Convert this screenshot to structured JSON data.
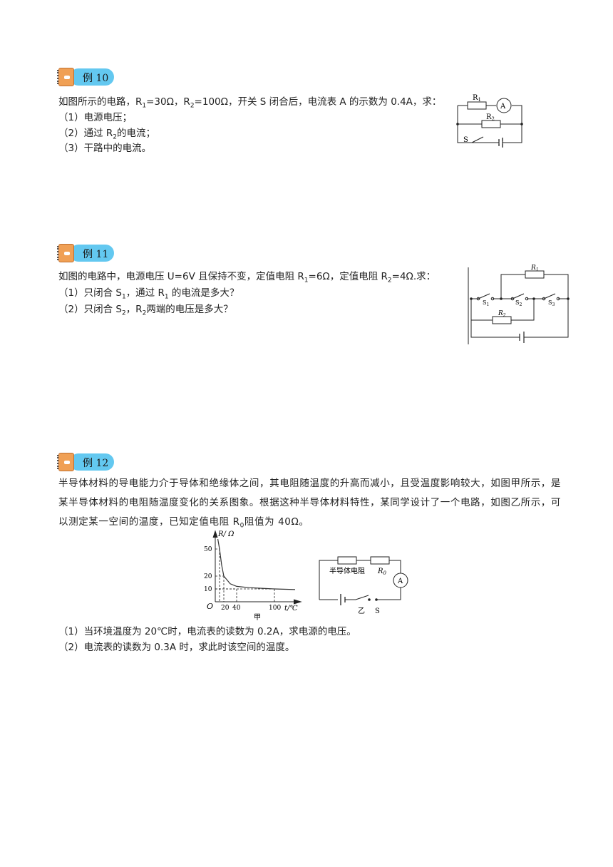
{
  "ex10": {
    "badge": "例 10",
    "intro_a": "如图所示的电路，R",
    "intro_s1": "1",
    "intro_b": "=30Ω，R",
    "intro_s2": "2",
    "intro_c": "=100Ω，开关 S 闭合后，电流表 A 的示数为 0.4A，求：",
    "q1": "（1）电源电压；",
    "q2_a": "（2）通过 R",
    "q2_s": "2",
    "q2_b": "的电流；",
    "q3": "（3）干路中的电流。",
    "fig": {
      "r1": "R",
      "r1s": "1",
      "r2": "R",
      "r2s": "2",
      "ammeter": "A",
      "switch": "S"
    }
  },
  "ex11": {
    "badge": "例 11",
    "intro_a": "如图的电路中，电源电压 U=6V 且保持不变，定值电阻 R",
    "intro_s1": "1",
    "intro_b": "=6Ω，定值电阻 R",
    "intro_s2": "2",
    "intro_c": "=4Ω.求：",
    "q1_a": "（1）只闭合 S",
    "q1_s1": "1",
    "q1_b": "，通过 R",
    "q1_s2": "1",
    "q1_c": " 的电流是多大？",
    "q2_a": "（2）只闭合 S",
    "q2_s1": "2",
    "q2_b": "，R",
    "q2_s2": "2",
    "q2_c": "两端的电压是多大？",
    "fig": {
      "r1": "R",
      "r1s": "1",
      "r2": "R",
      "r2s": "2",
      "s1": "S",
      "s1s": "1",
      "s2": "S",
      "s2s": "2",
      "s3": "S",
      "s3s": "3"
    }
  },
  "ex12": {
    "badge": "例 12",
    "para_a": "半导体材料的导电能力介于导体和绝缘体之间，其电阻随温度的升高而减小，且受温度影响较大，如图甲所示，是某半导体材料的电阻随温度变化的关系图象。根据这种半导体材料特性，某同学设计了一个电路，如图乙所示，可以测定某一空间的温度，已知定值电阻 R",
    "para_s": "0",
    "para_b": "阻值为 40Ω。",
    "q1": "（1）当环境温度为 20℃时，电流表的读数为 0.2A，求电源的电压。",
    "q2": "（2）电流表的读数为 0.3A 时，求此时该空间的温度。",
    "graph": {
      "y_label": "R/ Ω",
      "x_label": "t/℃",
      "origin": "O",
      "y_ticks": [
        "50",
        "20",
        "10"
      ],
      "x_ticks": [
        "20",
        "40",
        "100"
      ],
      "caption": "甲"
    },
    "circuit": {
      "semi": "半导体电阻",
      "r0": "R",
      "r0s": "0",
      "ammeter": "A",
      "caption": "乙",
      "switch": "S"
    }
  },
  "chart_data": {
    "type": "line",
    "xlabel": "t/℃",
    "ylabel": "R/ Ω",
    "x_ticks": [
      20,
      40,
      100
    ],
    "y_ticks": [
      10,
      20,
      50
    ],
    "series": [
      {
        "x": [
          6,
          10,
          15,
          20,
          30,
          40,
          60,
          80,
          100,
          130
        ],
        "y": [
          60,
          50,
          32,
          20,
          14,
          12,
          11,
          10.5,
          10,
          9.5
        ]
      }
    ],
    "marked_points": [
      {
        "x": 20,
        "y": 20
      },
      {
        "x": 40,
        "y": 10
      },
      {
        "x": 100,
        "y": 10
      }
    ]
  }
}
